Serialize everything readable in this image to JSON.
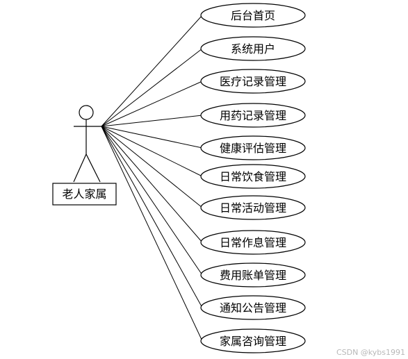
{
  "actor": {
    "label": "老人家属"
  },
  "use_cases": [
    "后台首页",
    "系统用户",
    "医疗记录管理",
    "用药记录管理",
    "健康评估管理",
    "日常饮食管理",
    "日常活动管理",
    "日常作息管理",
    "费用账单管理",
    "通知公告管理",
    "家属咨询管理"
  ],
  "watermark": "CSDN @kybs1991"
}
